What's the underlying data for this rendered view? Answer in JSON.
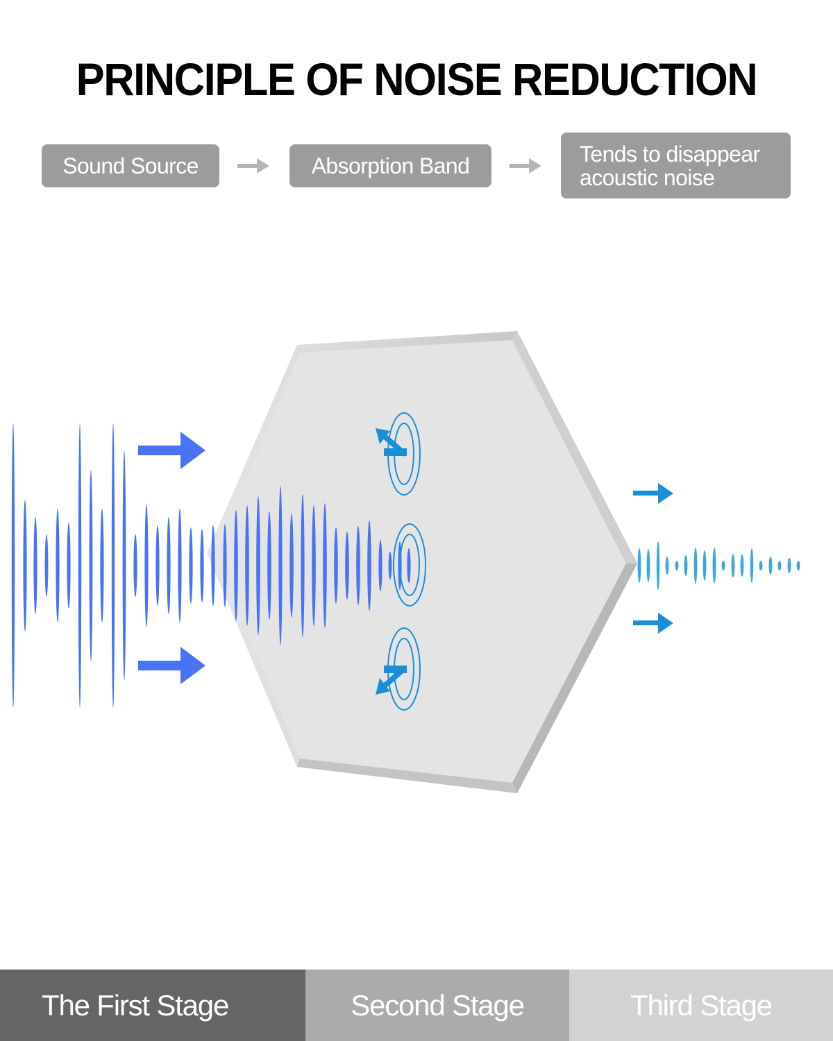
{
  "title": "PRINCIPLE OF NOISE REDUCTION",
  "flow": {
    "steps": [
      {
        "label": "Sound Source"
      },
      {
        "label": "Absorption Band"
      },
      {
        "label_line1": "Tends to disappear",
        "label_line2": "acoustic noise"
      }
    ],
    "arrow_icon": "right-arrow-icon"
  },
  "diagram": {
    "panel_shape": "hexagon",
    "incoming_wave_color": "#4a72f5",
    "outgoing_wave_color": "#3aa8e0",
    "absorption_ripple_color": "#1a8fd8",
    "incoming_arrows": 2,
    "outgoing_arrows": 2,
    "ripples": 3
  },
  "stages": [
    {
      "label": "The First Stage",
      "color": "#656565"
    },
    {
      "label": "Second Stage",
      "color": "#ababab"
    },
    {
      "label": "Third Stage",
      "color": "#d2d2d2"
    }
  ]
}
